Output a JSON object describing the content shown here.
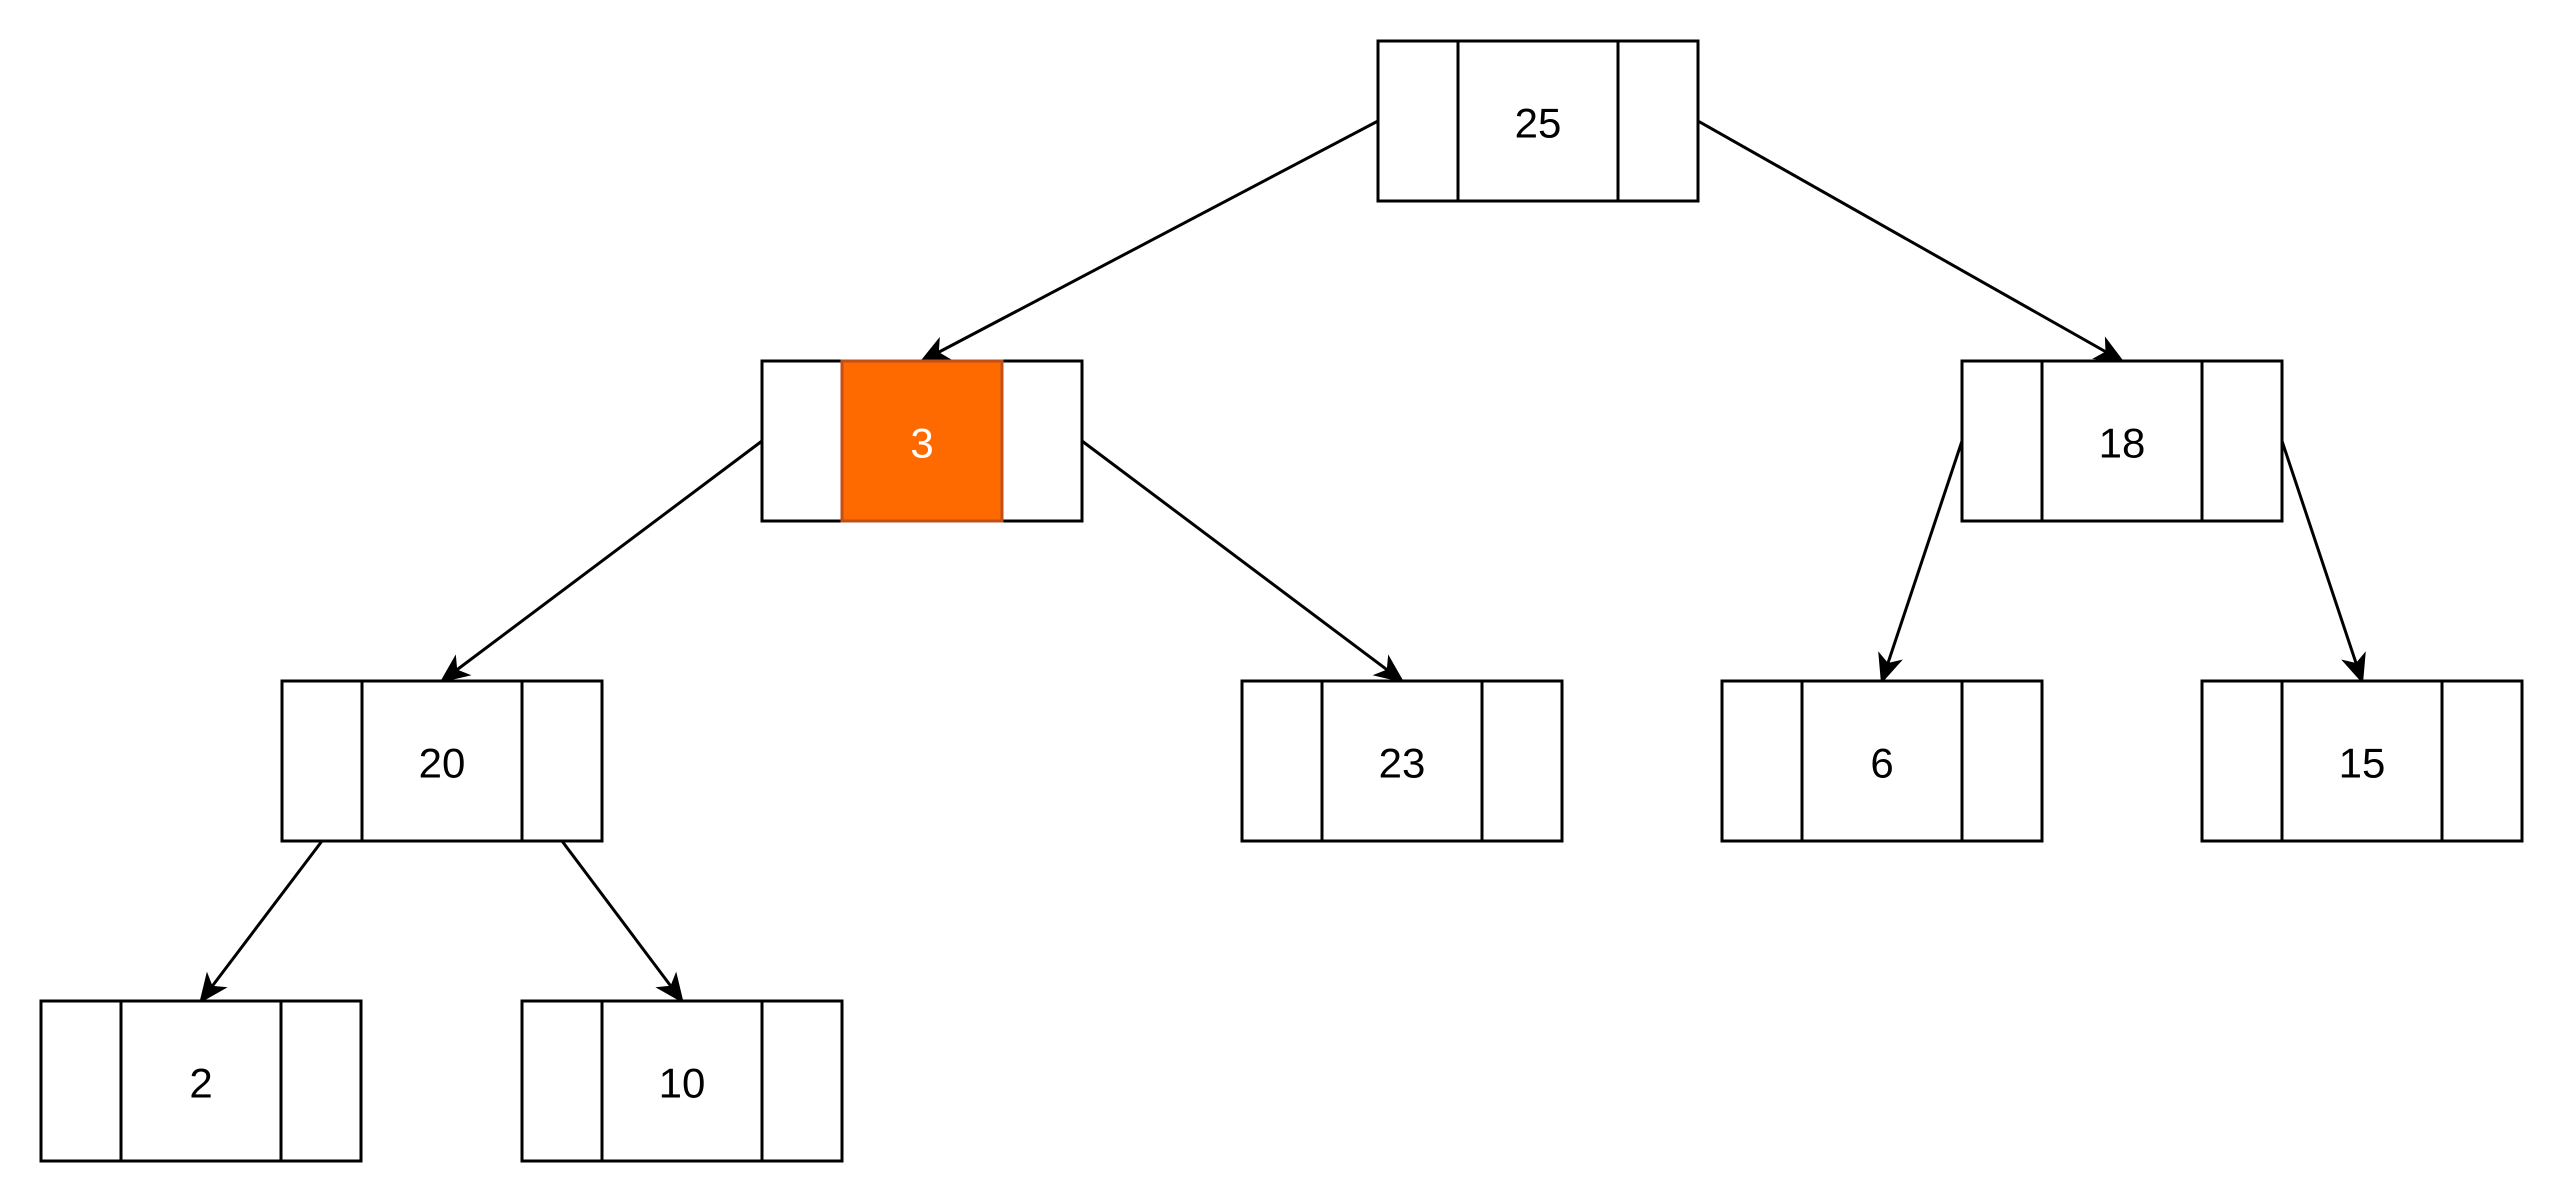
{
  "tree": {
    "highlight_color": "#FF6A00",
    "highlight_text_color": "#FFFFFF",
    "text_color": "#000000",
    "stroke_color": "#000000",
    "nodes": [
      {
        "id": "n25",
        "value": "25",
        "highlighted": false
      },
      {
        "id": "n3",
        "value": "3",
        "highlighted": true
      },
      {
        "id": "n18",
        "value": "18",
        "highlighted": false
      },
      {
        "id": "n20",
        "value": "20",
        "highlighted": false
      },
      {
        "id": "n23",
        "value": "23",
        "highlighted": false
      },
      {
        "id": "n6",
        "value": "6",
        "highlighted": false
      },
      {
        "id": "n15",
        "value": "15",
        "highlighted": false
      },
      {
        "id": "n2",
        "value": "2",
        "highlighted": false
      },
      {
        "id": "n10",
        "value": "10",
        "highlighted": false
      }
    ],
    "edges": [
      {
        "from": "n25",
        "to": "n3"
      },
      {
        "from": "n25",
        "to": "n18"
      },
      {
        "from": "n3",
        "to": "n20"
      },
      {
        "from": "n3",
        "to": "n23"
      },
      {
        "from": "n18",
        "to": "n6"
      },
      {
        "from": "n18",
        "to": "n15"
      },
      {
        "from": "n20",
        "to": "n2"
      },
      {
        "from": "n20",
        "to": "n10"
      }
    ]
  }
}
